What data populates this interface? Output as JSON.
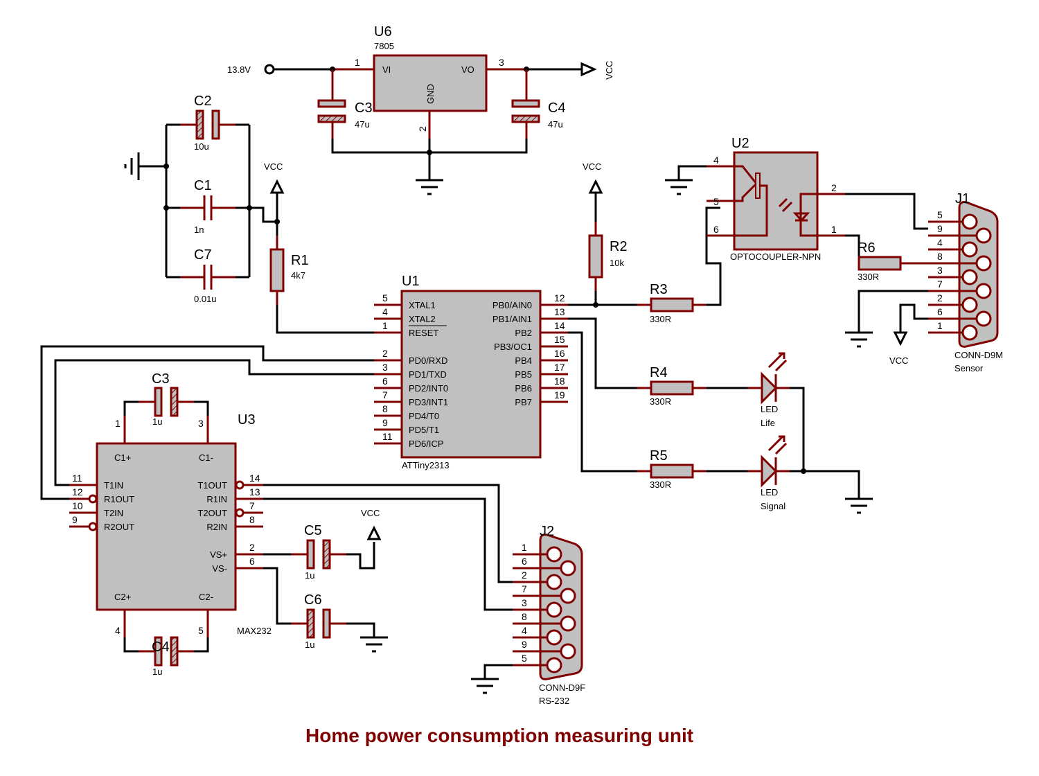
{
  "title": "Home power consumption measuring unit",
  "colors": {
    "accent": "#800000",
    "wire": "#000000",
    "body_fill": "#c0c0c0"
  },
  "power_input": {
    "label": "13.8V"
  },
  "net_labels": {
    "vcc": "VCC"
  },
  "components": {
    "U6": {
      "ref": "U6",
      "value": "7805",
      "pins": {
        "vi": "VI",
        "vo": "VO",
        "gnd": "GND",
        "n1": "1",
        "n2": "2",
        "n3": "3"
      }
    },
    "C3_reg": {
      "ref": "C3",
      "value": "47u"
    },
    "C4_reg": {
      "ref": "C4",
      "value": "47u"
    },
    "C2": {
      "ref": "C2",
      "value": "10u"
    },
    "C1": {
      "ref": "C1",
      "value": "1n"
    },
    "C7": {
      "ref": "C7",
      "value": "0.01u"
    },
    "R1": {
      "ref": "R1",
      "value": "4k7"
    },
    "R2": {
      "ref": "R2",
      "value": "10k"
    },
    "R3": {
      "ref": "R3",
      "value": "330R"
    },
    "R4": {
      "ref": "R4",
      "value": "330R"
    },
    "R5": {
      "ref": "R5",
      "value": "330R"
    },
    "R6": {
      "ref": "R6",
      "value": "330R"
    },
    "U1": {
      "ref": "U1",
      "value": "ATTiny2313",
      "left_pins": [
        {
          "num": "5",
          "name": "XTAL1"
        },
        {
          "num": "4",
          "name": "XTAL2"
        },
        {
          "num": "1",
          "name": "RESET"
        },
        {
          "num": "2",
          "name": "PD0/RXD"
        },
        {
          "num": "3",
          "name": "PD1/TXD"
        },
        {
          "num": "6",
          "name": "PD2/INT0"
        },
        {
          "num": "7",
          "name": "PD3/INT1"
        },
        {
          "num": "8",
          "name": "PD4/T0"
        },
        {
          "num": "9",
          "name": "PD5/T1"
        },
        {
          "num": "11",
          "name": "PD6/ICP"
        }
      ],
      "right_pins": [
        {
          "num": "12",
          "name": "PB0/AIN0"
        },
        {
          "num": "13",
          "name": "PB1/AIN1"
        },
        {
          "num": "14",
          "name": "PB2"
        },
        {
          "num": "15",
          "name": "PB3/OC1"
        },
        {
          "num": "16",
          "name": "PB4"
        },
        {
          "num": "17",
          "name": "PB5"
        },
        {
          "num": "18",
          "name": "PB6"
        },
        {
          "num": "19",
          "name": "PB7"
        }
      ]
    },
    "U2": {
      "ref": "U2",
      "value": "OPTOCOUPLER-NPN",
      "pins": [
        "4",
        "5",
        "6",
        "2",
        "1"
      ]
    },
    "J1": {
      "ref": "J1",
      "value": "CONN-D9M",
      "label": "Sensor",
      "pins": [
        "5",
        "9",
        "4",
        "8",
        "3",
        "7",
        "2",
        "6",
        "1"
      ]
    },
    "J2": {
      "ref": "J2",
      "value": "CONN-D9F",
      "label": "RS-232",
      "pins": [
        "1",
        "6",
        "2",
        "7",
        "3",
        "8",
        "4",
        "9",
        "5"
      ]
    },
    "LED1": {
      "value": "LED",
      "label": "Life"
    },
    "LED2": {
      "value": "LED",
      "label": "Signal"
    },
    "U3": {
      "ref": "U3",
      "value": "MAX232",
      "top": [
        "C1+",
        "C1-"
      ],
      "bottom": [
        "C2+",
        "C2-"
      ],
      "top_nums": [
        "1",
        "3"
      ],
      "bottom_nums": [
        "4",
        "5"
      ],
      "left_pins": [
        {
          "num": "11",
          "name": "T1IN"
        },
        {
          "num": "12",
          "name": "R1OUT"
        },
        {
          "num": "10",
          "name": "T2IN"
        },
        {
          "num": "9",
          "name": "R2OUT"
        }
      ],
      "right_pins": [
        {
          "num": "14",
          "name": "T1OUT"
        },
        {
          "num": "13",
          "name": "R1IN"
        },
        {
          "num": "7",
          "name": "T2OUT"
        },
        {
          "num": "8",
          "name": "R2IN"
        },
        {
          "num": "2",
          "name": "VS+"
        },
        {
          "num": "6",
          "name": "VS-"
        }
      ]
    },
    "C3_max": {
      "ref": "C3",
      "value": "1u"
    },
    "C4_max": {
      "ref": "C4",
      "value": "1u"
    },
    "C5": {
      "ref": "C5",
      "value": "1u"
    },
    "C6": {
      "ref": "C6",
      "value": "1u"
    }
  }
}
